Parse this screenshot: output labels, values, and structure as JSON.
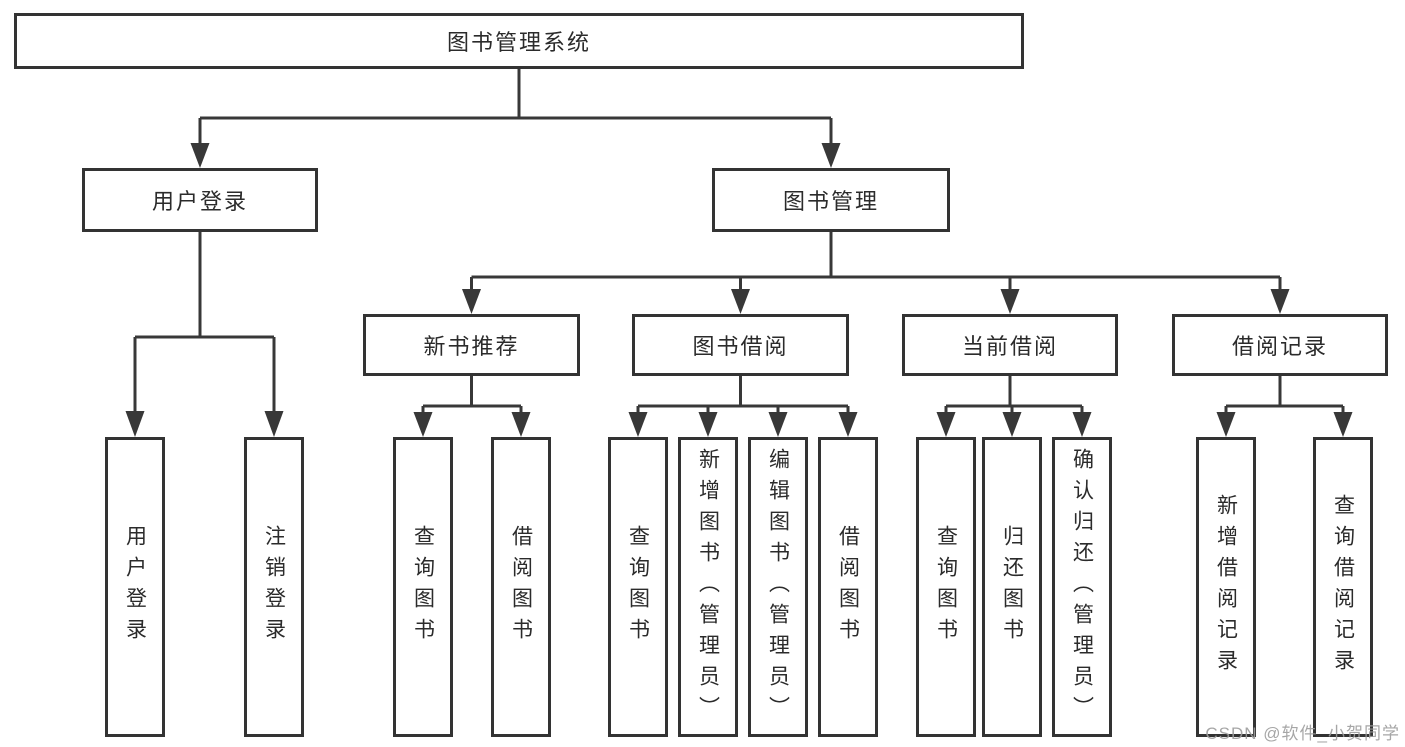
{
  "tree": {
    "root": {
      "label": "图书管理系统"
    },
    "branches": [
      {
        "label": "用户登录",
        "leaves": [
          {
            "label": "用户登录"
          },
          {
            "label": "注销登录"
          }
        ]
      },
      {
        "label": "图书管理",
        "groups": [
          {
            "label": "新书推荐",
            "leaves": [
              {
                "label": "查询图书"
              },
              {
                "label": "借阅图书"
              }
            ]
          },
          {
            "label": "图书借阅",
            "leaves": [
              {
                "label": "查询图书"
              },
              {
                "label": "新增图书（管理员）"
              },
              {
                "label": "编辑图书（管理员）"
              },
              {
                "label": "借阅图书"
              }
            ]
          },
          {
            "label": "当前借阅",
            "leaves": [
              {
                "label": "查询图书"
              },
              {
                "label": "归还图书"
              },
              {
                "label": "确认归还（管理员）"
              }
            ]
          },
          {
            "label": "借阅记录",
            "leaves": [
              {
                "label": "新增借阅记录"
              },
              {
                "label": "查询借阅记录"
              }
            ]
          }
        ]
      }
    ]
  },
  "watermark": {
    "text": "CSDN @软件_小贺同学"
  }
}
